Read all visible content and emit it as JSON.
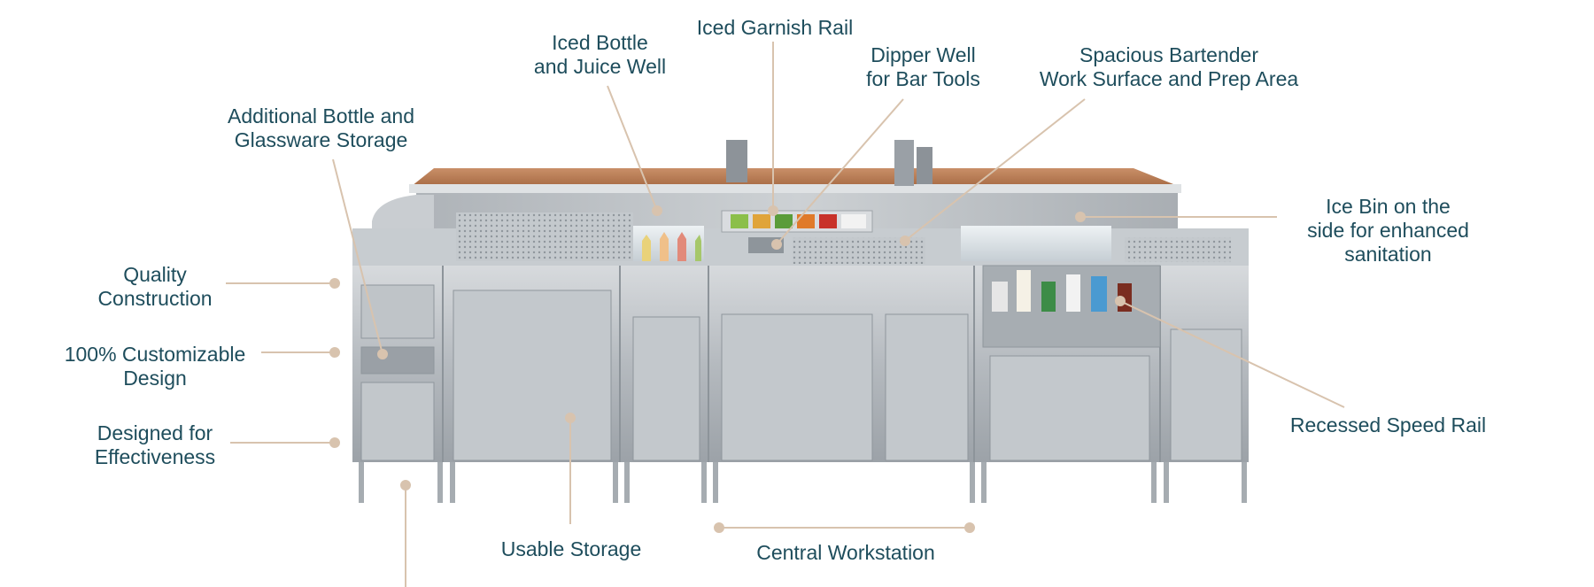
{
  "colors": {
    "label_text": "#1e4d5c",
    "leader_line": "#d8c3ae",
    "steel": "#b9bec3",
    "wood_top": "#b97b55"
  },
  "callouts": [
    {
      "id": "additional-bottle-storage",
      "text": "Additional Bottle and\nGlassware Storage"
    },
    {
      "id": "iced-bottle-juice-well",
      "text": "Iced Bottle\nand Juice Well"
    },
    {
      "id": "iced-garnish-rail",
      "text": "Iced Garnish Rail"
    },
    {
      "id": "dipper-well",
      "text": "Dipper Well\nfor Bar Tools"
    },
    {
      "id": "spacious-work-surface",
      "text": "Spacious Bartender\nWork Surface and Prep Area"
    },
    {
      "id": "ice-bin-side",
      "text": "Ice Bin on the\nside for enhanced\nsanitation"
    },
    {
      "id": "quality-construction",
      "text": "Quality\nConstruction"
    },
    {
      "id": "customizable-design",
      "text": "100% Customizable\nDesign"
    },
    {
      "id": "designed-effectiveness",
      "text": "Designed for\nEffectiveness"
    },
    {
      "id": "recessed-speed-rail",
      "text": "Recessed Speed Rail"
    },
    {
      "id": "usable-storage",
      "text": "Usable Storage"
    },
    {
      "id": "central-workstation",
      "text": "Central Workstation"
    }
  ]
}
